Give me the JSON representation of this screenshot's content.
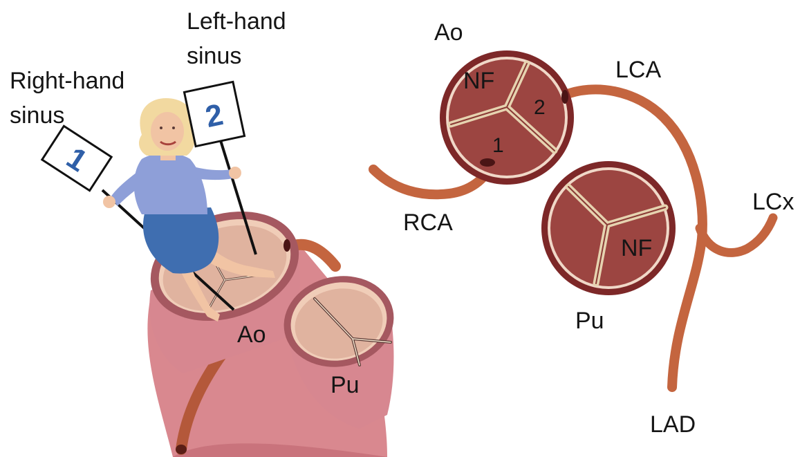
{
  "left_labels": {
    "right_hand": [
      "Right-hand",
      "sinus"
    ],
    "left_hand": [
      "Left-hand",
      "sinus"
    ],
    "sign_1": "1",
    "sign_2": "2",
    "ao": "Ao",
    "pu": "Pu"
  },
  "right_labels": {
    "ao": "Ao",
    "lca": "LCA",
    "rca": "RCA",
    "lcx": "LCx",
    "lad": "LAD",
    "pu": "Pu",
    "ao_nf": "NF",
    "ao_sinus_2": "2",
    "ao_sinus_1": "1",
    "pu_nf": "NF"
  },
  "colors": {
    "artery": "#c4653f",
    "valve_outer": "#7d2828",
    "valve_fill": "#9c4541",
    "leaflet_line": "#e6d3b0",
    "vessel_pink": "#d9888f",
    "vessel_dark": "#b35e66",
    "shirt": "#8e9fd8",
    "skirt": "#3f6eb0",
    "hair": "#f2d9a0",
    "skin": "#f1c4a4"
  }
}
